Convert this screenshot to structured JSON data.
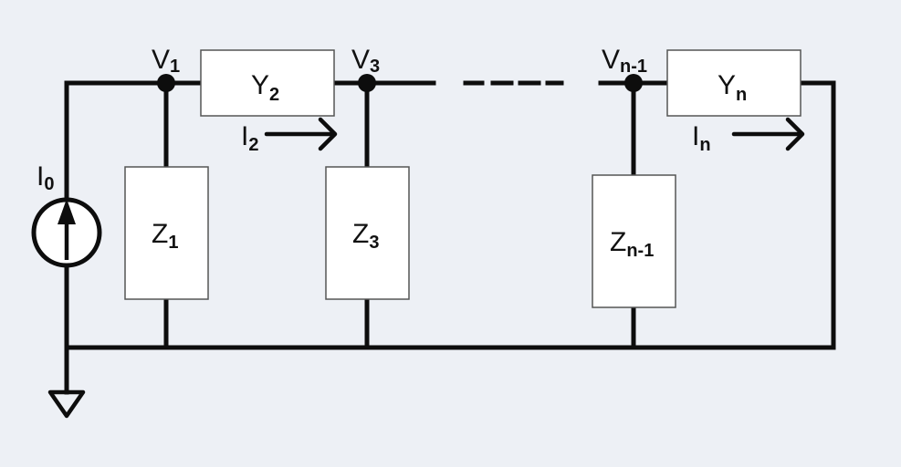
{
  "diagram": {
    "title": "Ladder network with current source",
    "source": {
      "main": "I",
      "sub": "0"
    },
    "nodes": [
      {
        "main": "V",
        "sub": "1"
      },
      {
        "main": "V",
        "sub": "3"
      },
      {
        "main": "V",
        "sub": "n-1"
      }
    ],
    "series_elements": [
      {
        "main": "Y",
        "sub": "2"
      },
      {
        "main": "Y",
        "sub": "n"
      }
    ],
    "shunt_elements": [
      {
        "main": "Z",
        "sub": "1"
      },
      {
        "main": "Z",
        "sub": "3"
      },
      {
        "main": "Z",
        "sub": "n-1"
      }
    ],
    "currents": [
      {
        "main": "I",
        "sub": "2"
      },
      {
        "main": "I",
        "sub": "n"
      }
    ],
    "colors": {
      "background": "#edf0f5",
      "wire": "#0d0d0d",
      "box_fill": "#ffffff"
    }
  }
}
